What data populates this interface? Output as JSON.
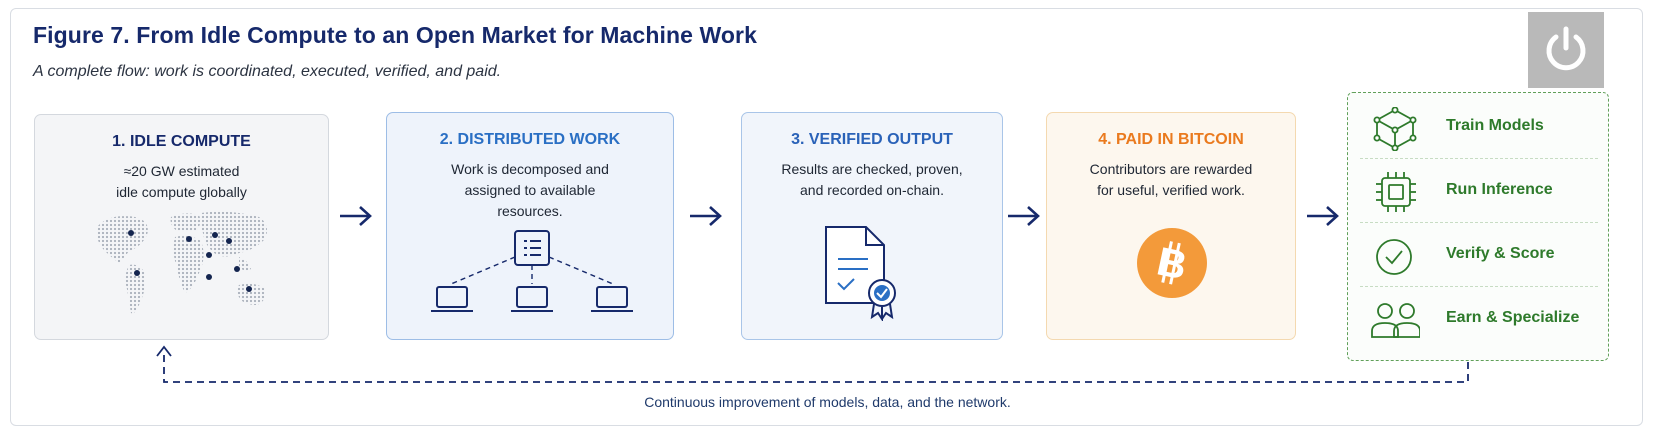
{
  "figure": {
    "title": "Figure 7.  From Idle Compute to an Open Market for Machine Work",
    "subtitle": "A complete flow: work is coordinated, executed, verified, and paid."
  },
  "stages": [
    {
      "heading": "1. IDLE COMPUTE",
      "lines": [
        "≈20 GW estimated",
        "idle compute globally"
      ],
      "color": "#16296b"
    },
    {
      "heading": "2. DISTRIBUTED WORK",
      "lines": [
        "Work is decomposed and",
        "assigned to available",
        "resources."
      ],
      "color": "#2a6fc4"
    },
    {
      "heading": "3. VERIFIED OUTPUT",
      "lines": [
        "Results are checked, proven,",
        "and recorded on-chain."
      ],
      "color": "#2a62b8"
    },
    {
      "heading": "4. PAID IN BITCOIN",
      "lines": [
        "Contributors are rewarded",
        "for useful, verified work."
      ],
      "color": "#ea7a1e"
    }
  ],
  "outcomes": [
    {
      "label": "Train Models",
      "icon": "cube-network-icon"
    },
    {
      "label": "Run Inference",
      "icon": "chip-icon"
    },
    {
      "label": "Verify & Score",
      "icon": "check-circle-icon"
    },
    {
      "label": "Earn & Specialize",
      "icon": "people-icon"
    }
  ],
  "feedback_caption": "Continuous improvement of models, data, and the network.",
  "colors": {
    "navy": "#16296b",
    "blue": "#2a6fc4",
    "orange": "#ea7a1e",
    "green": "#2e7a2b",
    "bitcoin": "#f39a3a"
  }
}
